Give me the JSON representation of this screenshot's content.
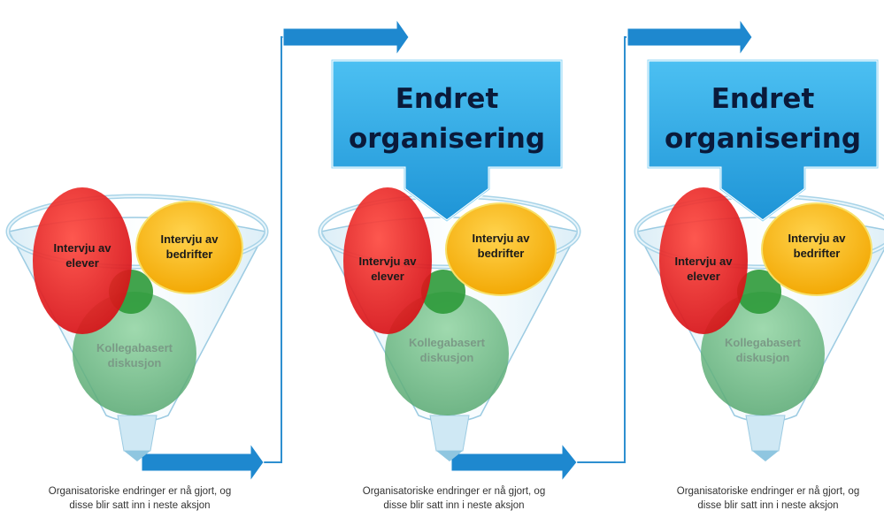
{
  "diagram": {
    "box_title_line1": "Endret",
    "box_title_line2": "organisering",
    "circles": {
      "students": {
        "line1": "Intervju av",
        "line2": "elever"
      },
      "companies": {
        "line1": "Intervju av",
        "line2": "bedrifter"
      },
      "discussion": {
        "line1": "Kollegabasert",
        "line2": "diskusjon"
      }
    },
    "caption": {
      "line1": "Organisatoriske endringer er nå gjort, og",
      "line2": "disse blir satt inn i neste aksjon"
    }
  },
  "colors": {
    "arrow_blue": "#1e88cf",
    "box_blue": "#2aa7e3",
    "red": "#e0191c",
    "orange": "#f5b400",
    "green": "#5fb077",
    "funnel_tint": "#d8eef8"
  }
}
